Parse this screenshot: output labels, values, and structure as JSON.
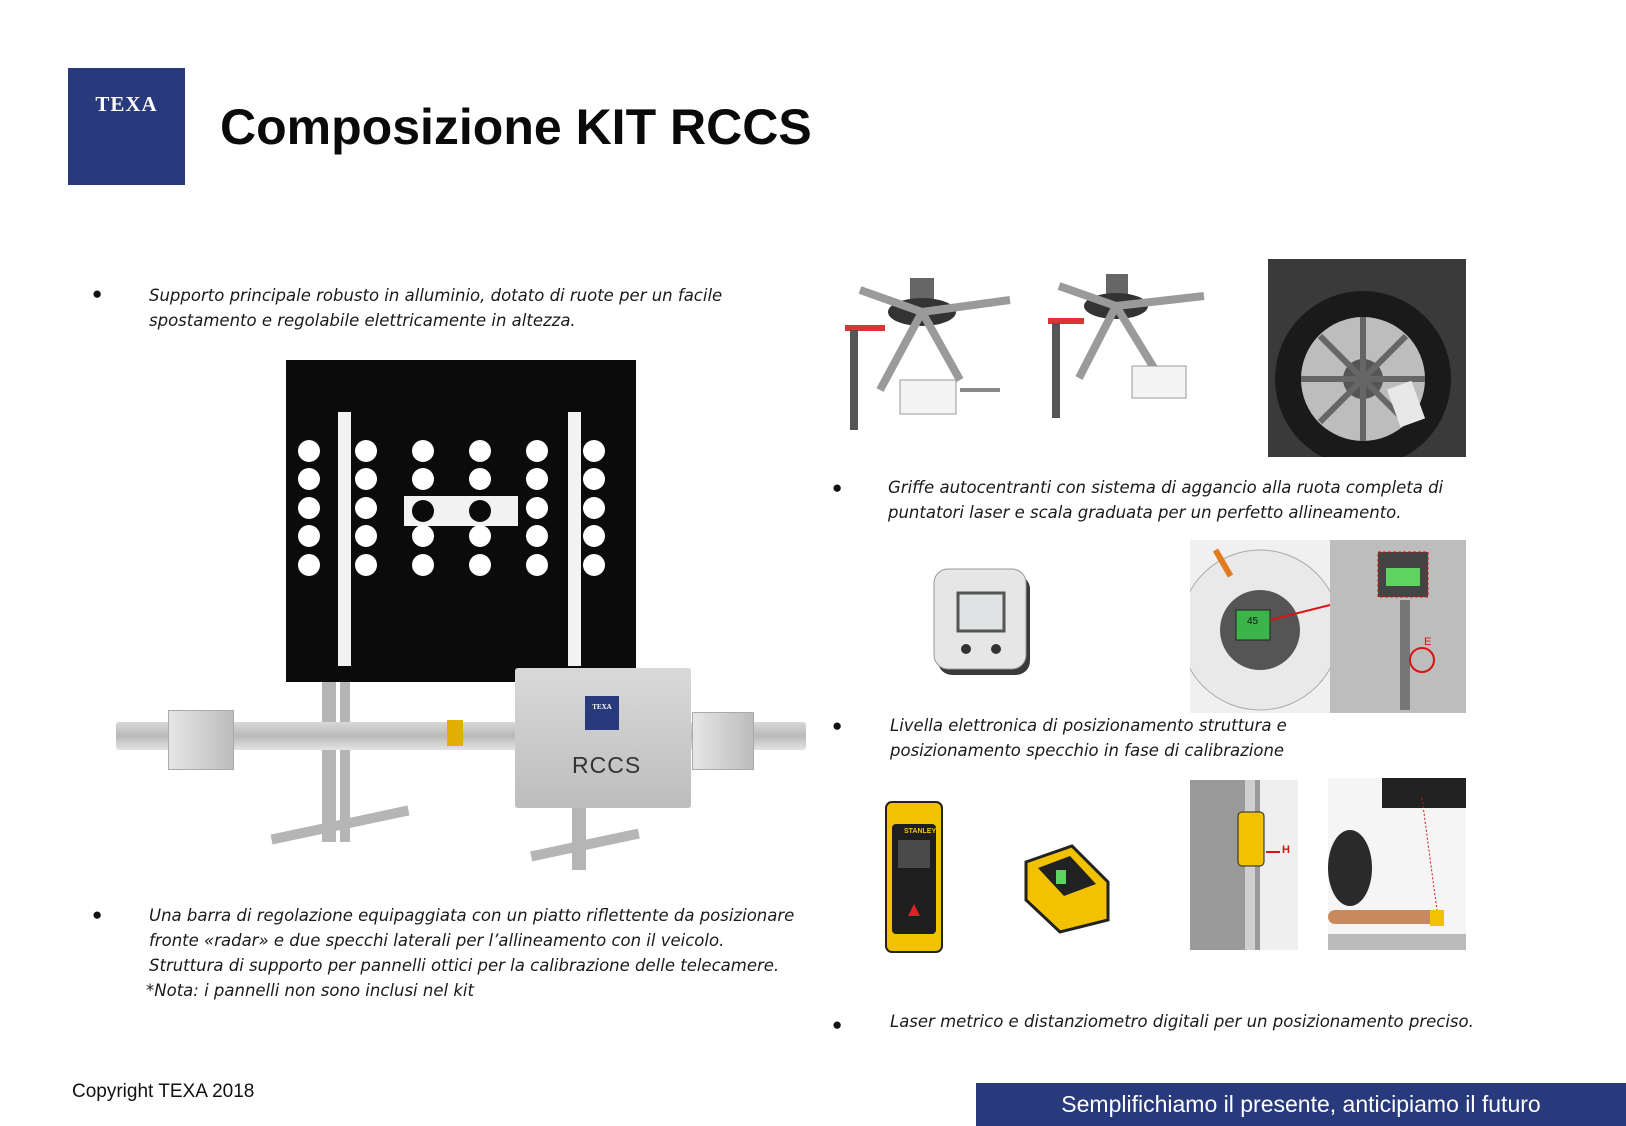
{
  "header": {
    "logo_text": "TEXA",
    "title": "Composizione KIT RCCS"
  },
  "bullets": {
    "b1_line1": "Supporto principale robusto in alluminio, dotato di ruote per un facile",
    "b1_line2": "spostamento e regolabile elettricamente in altezza.",
    "b2_line1": "Una barra di regolazione equipaggiata con un piatto riflettente da posizionare",
    "b2_line2": "fronte «radar»  e due specchi laterali per l’allineamento con il veicolo.",
    "b2_line3": "Struttura di supporto per pannelli ottici per la calibrazione delle telecamere.",
    "b2_line4": "*Nota: i pannelli non sono inclusi nel kit",
    "b3_line1": "Griffe autocentranti con sistema di aggancio alla ruota completa di",
    "b3_line2": "puntatori laser e scala graduata per un perfetto allineamento.",
    "b4_line1": "Livella elettronica di posizionamento struttura e",
    "b4_line2": "posizionamento specchio in fase di calibrazione",
    "b5_line1": "Laser metrico e distanziometro digitali per un posizionamento preciso."
  },
  "images": {
    "stand_logo": "TEXA",
    "stand_label": "RCCS",
    "stanley_label": "STANLEY",
    "diagram_h": "H",
    "diagram_e": "E",
    "level_reading": "45"
  },
  "icons": [
    "bullet-dot-icon"
  ],
  "footer": {
    "copyright": "Copyright TEXA 2018",
    "slogan": "Semplifichiamo il presente, anticipiamo il futuro"
  },
  "colors": {
    "brand_blue": "#283a7c"
  }
}
